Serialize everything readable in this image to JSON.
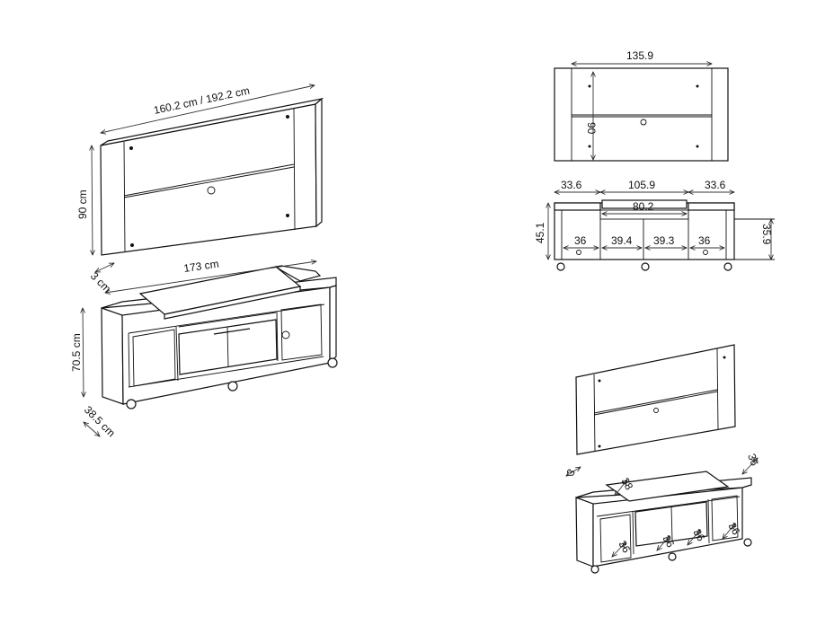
{
  "colors": {
    "line": "#111111",
    "background": "#ffffff"
  },
  "isometric_view": {
    "panel_width": "160.2 cm / 192.2 cm",
    "panel_height": "90 cm",
    "panel_depth": "3 cm",
    "rack_width": "173 cm",
    "rack_height": "70.5 cm",
    "rack_depth": "38.5 cm"
  },
  "panel_front_view": {
    "width": "135.9",
    "height": "90"
  },
  "rack_front_view": {
    "left_top": "33.6",
    "center_top": "105.9",
    "right_top": "33.6",
    "drawer_width": "80.2",
    "total_height": "45.1",
    "inner_height": "35.9",
    "niche_1": "36",
    "niche_2": "39.4",
    "niche_3": "39.3",
    "niche_4": "36"
  },
  "small_iso_view": {
    "depth_label": "3",
    "top_right": "36",
    "top_center": "38",
    "bottom_1": "36",
    "bottom_2": "36",
    "bottom_3": "36",
    "bottom_4": "36"
  }
}
